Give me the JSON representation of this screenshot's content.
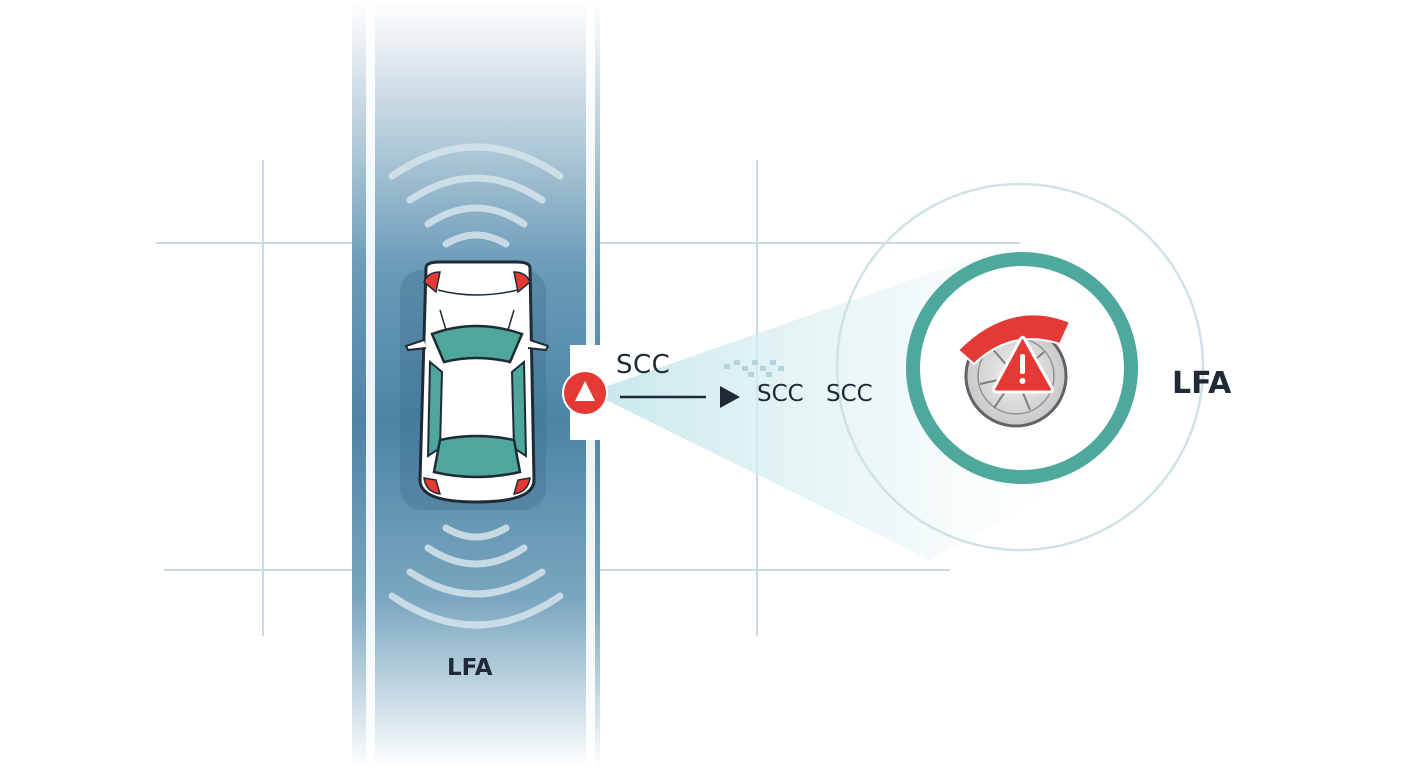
{
  "labels": {
    "scc_main": "SCC",
    "scc_secondary_1": "SCC",
    "scc_secondary_2": "SCC",
    "lfa_right": "LFA",
    "lfa_road": "LFA"
  },
  "colors": {
    "road": "#4f87a8",
    "road_edge_line": "#ffffff",
    "grid_line": "#c7d8e0",
    "sensor_beam": "#d8eef0",
    "alert_red": "#e53935",
    "lfa_ring": "#4ea89b",
    "car_body": "#ffffff",
    "car_glass": "#4fa79c",
    "text": "#1f2a36"
  },
  "icons": [
    "car-icon",
    "front-sensor-wave-icon",
    "rear-sensor-wave-icon",
    "warning-triangle-icon",
    "brake-disc-icon",
    "arrow-right-icon"
  ]
}
